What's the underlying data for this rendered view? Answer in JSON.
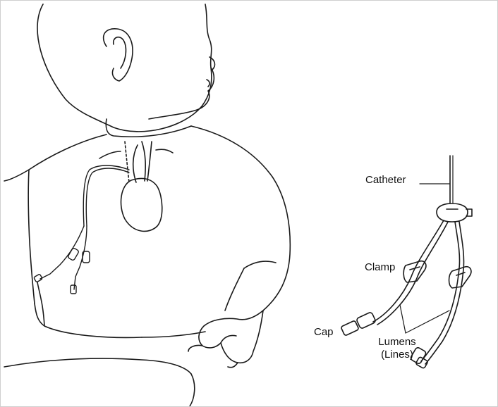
{
  "labels": {
    "catheter": "Catheter",
    "clamp": "Clamp",
    "cap": "Cap",
    "lumens_line1": "Lumens",
    "lumens_line2": "(Lines)"
  },
  "colors": {
    "line": "#1a1a1a",
    "background": "#ffffff"
  }
}
